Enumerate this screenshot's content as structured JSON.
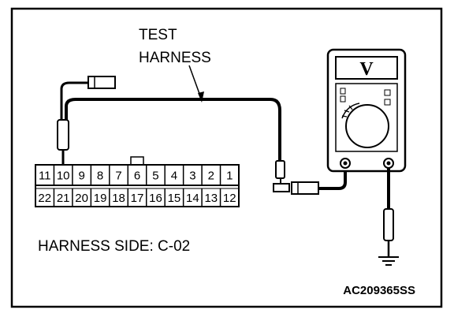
{
  "labels": {
    "test_line1": "TEST",
    "test_line2": "HARNESS",
    "harness_side": "HARNESS SIDE: C-02",
    "figure_code": "AC209365SS"
  },
  "meter": {
    "unit_symbol": "V"
  },
  "connector": {
    "top_row": [
      "11",
      "10",
      "9",
      "8",
      "7",
      "6",
      "5",
      "4",
      "3",
      "2",
      "1"
    ],
    "bottom_row": [
      "22",
      "21",
      "20",
      "19",
      "18",
      "17",
      "16",
      "15",
      "14",
      "13",
      "12"
    ]
  }
}
